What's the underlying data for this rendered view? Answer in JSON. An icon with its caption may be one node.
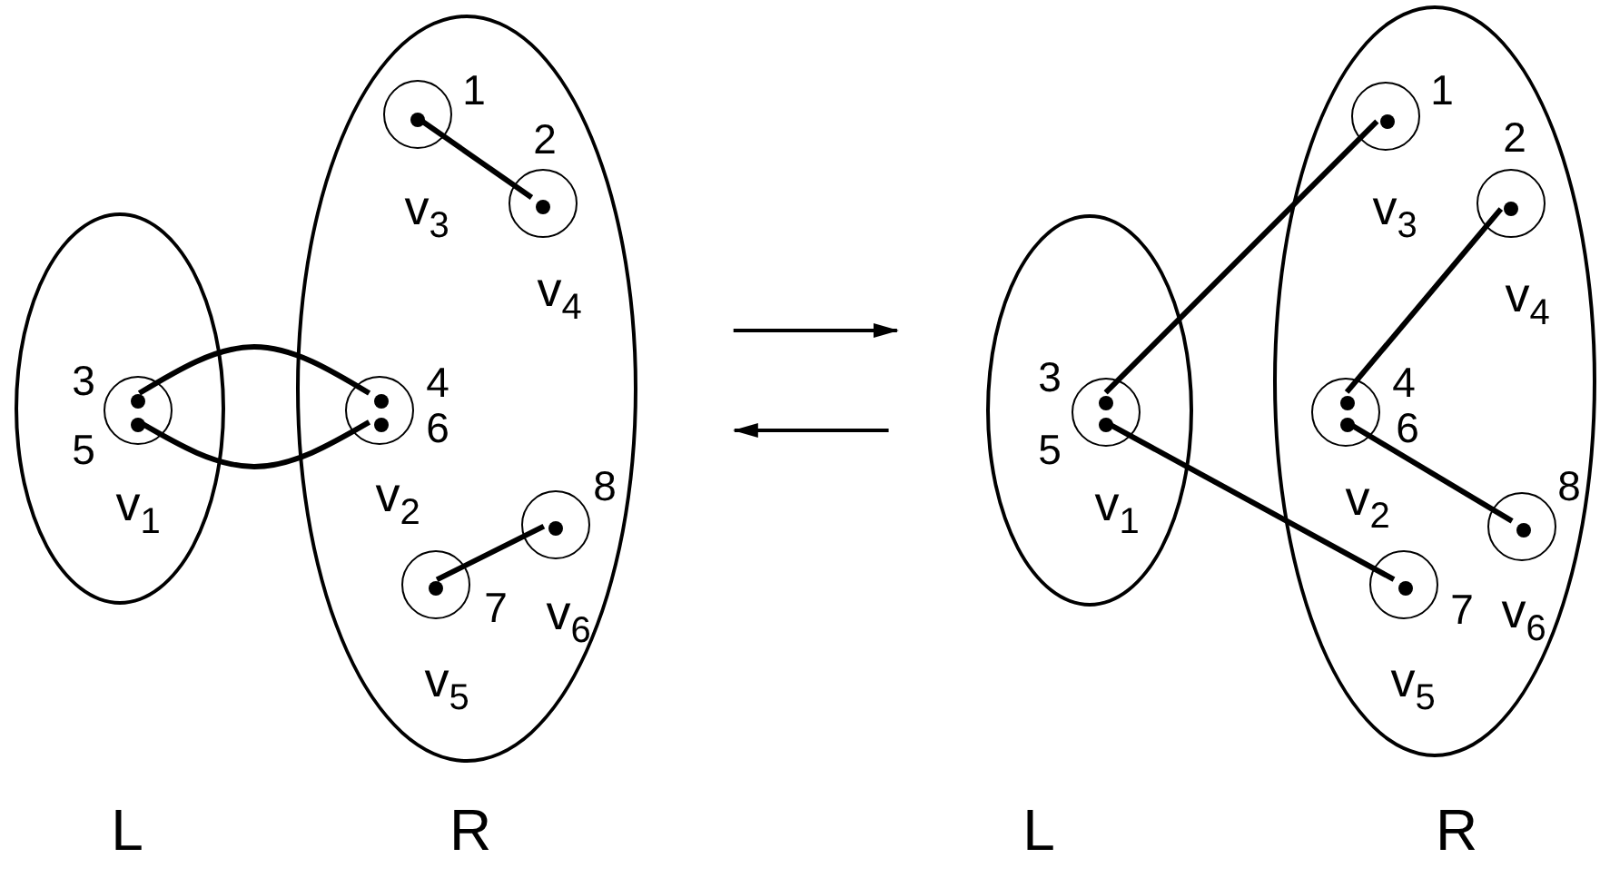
{
  "diagram": {
    "nodes": [
      {
        "text": [
          "L"
        ]
      },
      {
        "text": [
          "R"
        ]
      },
      {
        "text": [
          "v$_{1}$"
        ],
        "in": 0
      },
      {
        "text": [],
        "shape": "dot",
        "in": 2,
        "beside": [
          "3"
        ]
      },
      {
        "text": [],
        "shape": "dot",
        "in": 2,
        "beside": [
          "5"
        ]
      },
      {
        "text": [
          "v$_{2}$"
        ],
        "in": 1
      },
      {
        "text": [],
        "shape": "dot",
        "in": 5,
        "beside": [
          "4"
        ]
      },
      {
        "text": [],
        "shape": "dot",
        "in": 5,
        "beside": [
          "6"
        ]
      },
      {
        "text": [
          "v$_{3}$"
        ],
        "in": 1
      },
      {
        "text": [],
        "shape": "dot",
        "in": 8,
        "beside": [
          "1"
        ]
      },
      {
        "text": [
          "v$_{4}$"
        ],
        "in": 1
      },
      {
        "text": [],
        "shape": "dot",
        "in": 10,
        "beside": [
          "2"
        ]
      },
      {
        "text": [
          "v$_{5}$"
        ],
        "in": 1
      },
      {
        "text": [],
        "shape": "dot",
        "in": 12,
        "beside": [
          "7"
        ]
      },
      {
        "text": [
          "v$_{6}$"
        ],
        "in": 1
      },
      {
        "text": [],
        "shape": "dot",
        "in": 14,
        "beside": [
          "8"
        ]
      },
      {
        "text": [
          "L"
        ]
      },
      {
        "text": [
          "R"
        ]
      },
      {
        "text": [
          "v$_{1}$"
        ],
        "in": 16
      },
      {
        "text": [],
        "shape": "dot",
        "in": 18,
        "beside": [
          "3"
        ]
      },
      {
        "text": [],
        "shape": "dot",
        "in": 18,
        "beside": [
          "5"
        ]
      },
      {
        "text": [
          "v$_{2}$"
        ],
        "in": 17
      },
      {
        "text": [],
        "shape": "dot",
        "in": 21,
        "beside": [
          "4"
        ]
      },
      {
        "text": [],
        "shape": "dot",
        "in": 21,
        "beside": [
          "6"
        ]
      },
      {
        "text": [
          "v$_{3}$"
        ],
        "in": 17
      },
      {
        "text": [],
        "shape": "dot",
        "in": 24,
        "beside": [
          "1"
        ]
      },
      {
        "text": [
          "v$_{4}$"
        ],
        "in": 17
      },
      {
        "text": [],
        "shape": "dot",
        "in": 26,
        "beside": [
          "2"
        ]
      },
      {
        "text": [
          "v$_{5}$"
        ],
        "in": 17
      },
      {
        "text": [],
        "shape": "dot",
        "in": 28,
        "beside": [
          "7"
        ]
      },
      {
        "text": [
          "v$_{6}$"
        ],
        "in": 17
      },
      {
        "text": [],
        "shape": "dot",
        "in": 30,
        "beside": [
          "8"
        ]
      }
    ],
    "edges": [
      {
        "from": 3,
        "to": 6,
        "arrow": "none"
      },
      {
        "from": 4,
        "to": 7,
        "arrow": "none"
      },
      {
        "from": 9,
        "to": 11,
        "arrow": "none"
      },
      {
        "from": 13,
        "to": 15,
        "arrow": "none"
      },
      {
        "from": 1,
        "to": 16,
        "arrow": "to"
      },
      {
        "from": 16,
        "to": 1,
        "arrow": "to"
      },
      {
        "from": 19,
        "to": 25,
        "arrow": "none"
      },
      {
        "from": 20,
        "to": 29,
        "arrow": "none"
      },
      {
        "from": 22,
        "to": 27,
        "arrow": "none"
      },
      {
        "from": 23,
        "to": 31,
        "arrow": "none"
      }
    ]
  }
}
